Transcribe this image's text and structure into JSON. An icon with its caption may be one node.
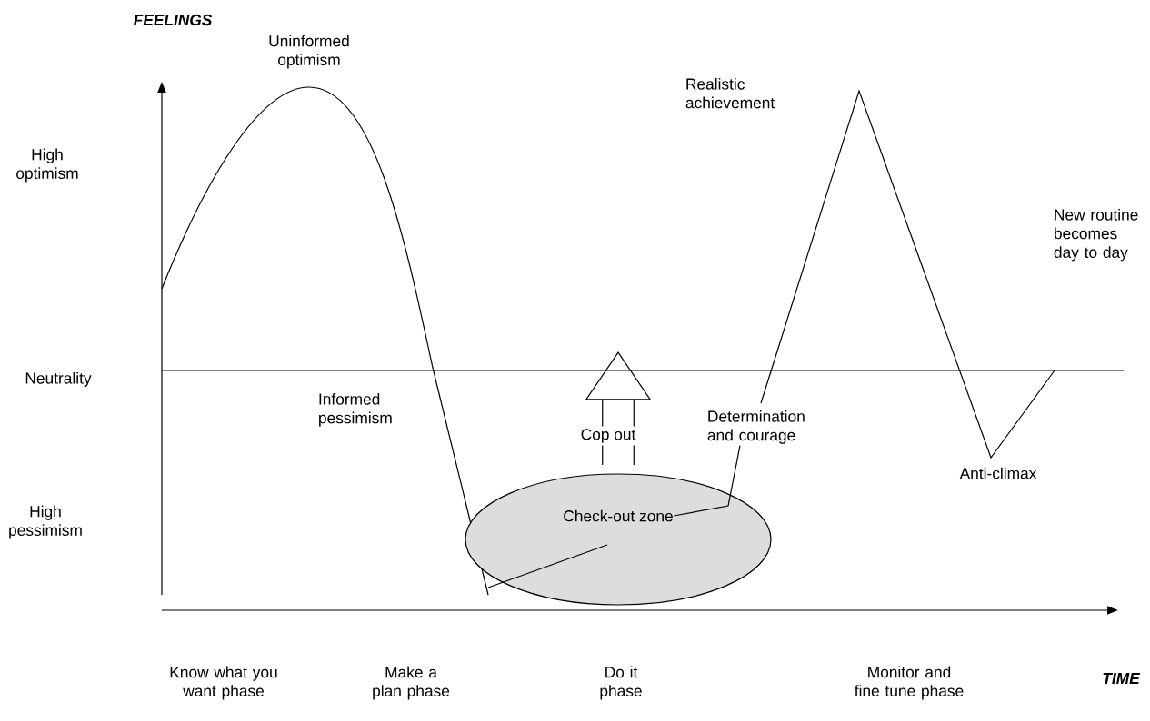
{
  "diagram": {
    "nodes": [
      {
        "text": [
          "Check-out zone"
        ]
      },
      {
        "text": [
          "Determination and courage"
        ]
      }
    ],
    "edges": [
      {
        "from": 1,
        "to": 0,
        "arrow": "none"
      },
      {
        "from": 0,
        "to": null,
        "arrow": "none"
      },
      {
        "from": 0,
        "to": null,
        "arrow": "to",
        "label": "Cop out",
        "style": "thick"
      }
    ],
    "labels": [
      "FEELINGS",
      "Uninformed optimism",
      "Realistic achievement",
      "High optimism",
      "New routine becomes day to day",
      "Neutrality",
      "Informed pessimism",
      "Anti-climax",
      "High pessimism",
      "Know what you want phase",
      "Make a plan phase",
      "Do it phase",
      "Monitor and fine tune phase",
      "TIME"
    ]
  }
}
